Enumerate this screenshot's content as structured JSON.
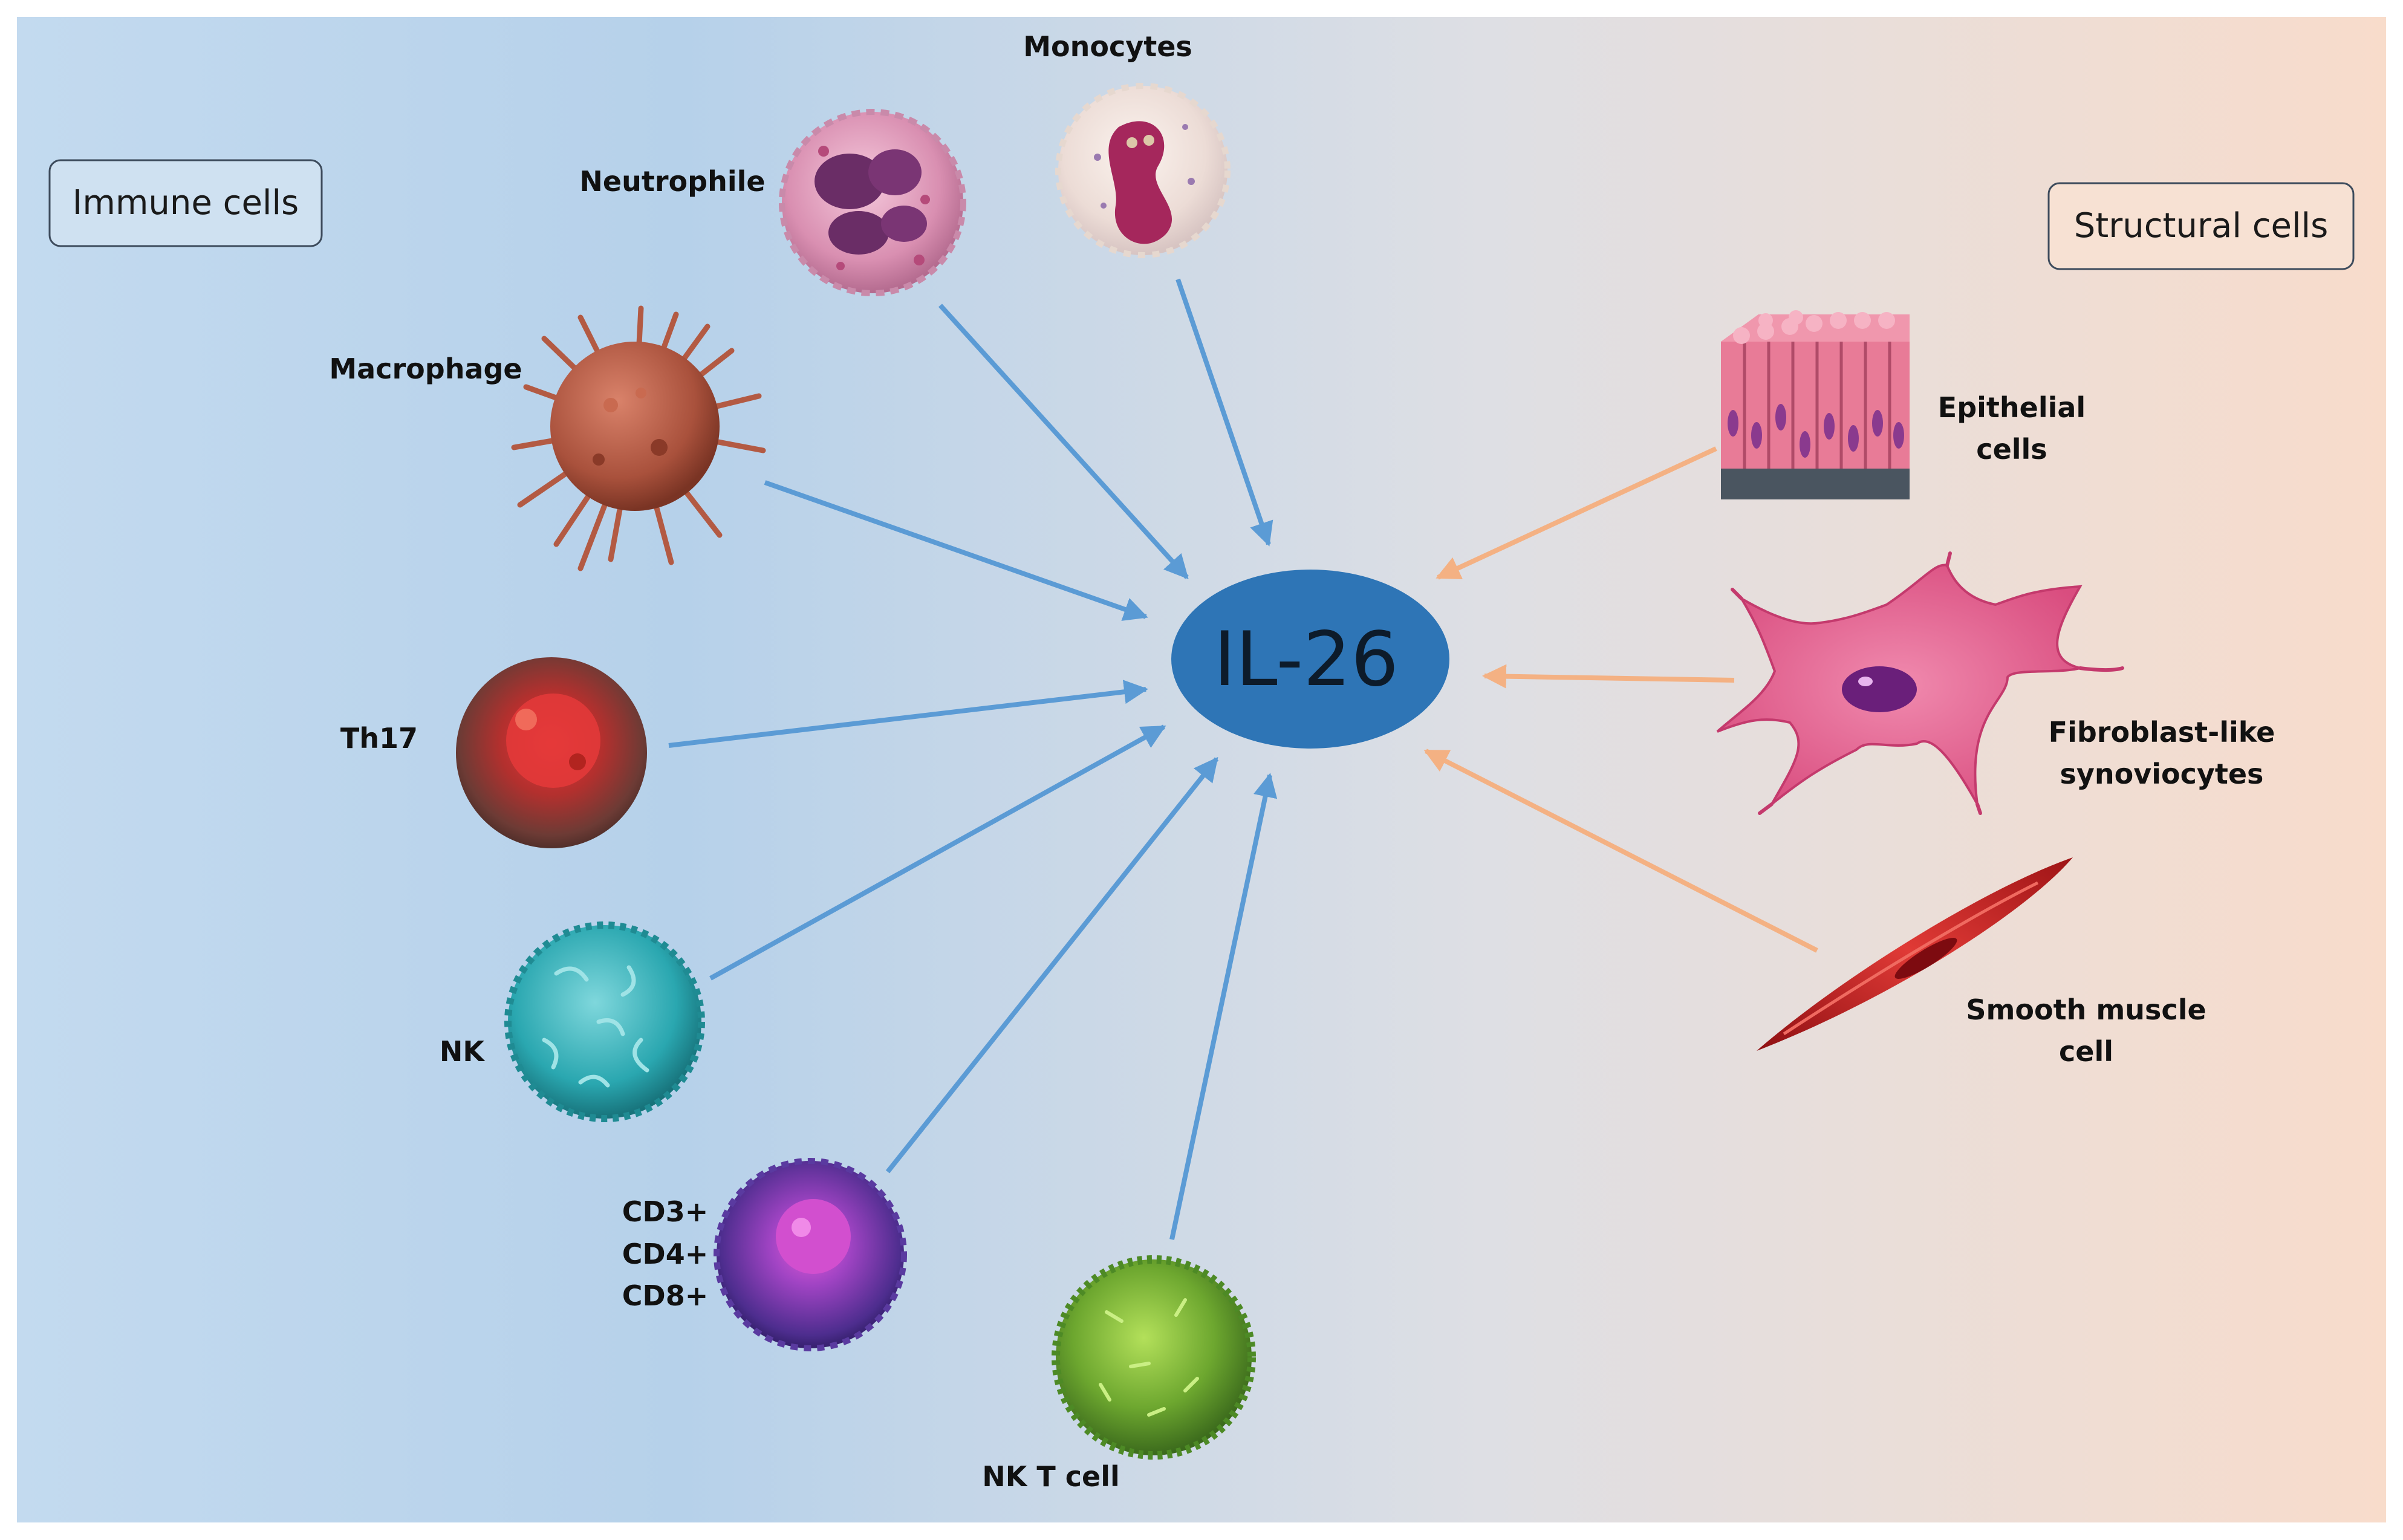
{
  "groups": {
    "immune": "Immune cells",
    "structural": "Structural cells"
  },
  "center": {
    "label": "IL-26"
  },
  "immune_cells": {
    "monocytes": "Monocytes",
    "neutrophile": "Neutrophile",
    "macrophage": "Macrophage",
    "th17": "Th17",
    "nk": "NK",
    "cd_line1": "CD3+",
    "cd_line2": "CD4+",
    "cd_line3": "CD8+",
    "nkt": "NK T cell"
  },
  "structural_cells": {
    "epithelial_line1": "Epithelial",
    "epithelial_line2": "cells",
    "fibro_line1": "Fibroblast-like",
    "fibro_line2": "synoviocytes",
    "smooth_line1": "Smooth muscle",
    "smooth_line2": "cell"
  },
  "colors": {
    "immune_arrow": "#5b9bd5",
    "structural_arrow": "#f4b183",
    "center_fill": "#2e75b6",
    "bg_left": "#c5dcef",
    "bg_right": "#f8dcca"
  }
}
